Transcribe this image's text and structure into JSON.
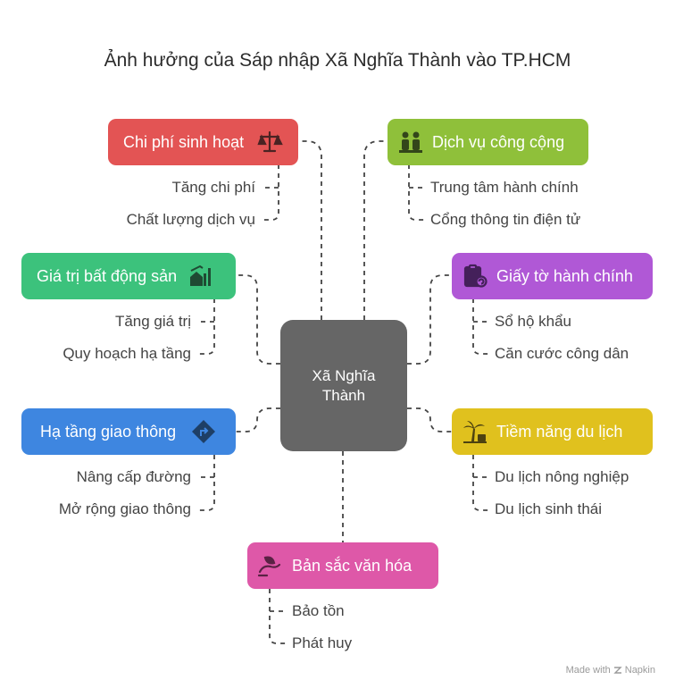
{
  "title": "Ảnh hưởng của Sáp nhập Xã Nghĩa Thành vào TP.HCM",
  "center": {
    "line1": "Xã Nghĩa",
    "line2": "Thành"
  },
  "nodes": {
    "cost": {
      "label": "Chi phí sinh hoạt",
      "color": "#e35454",
      "icon": "balance-scale-icon",
      "items": [
        "Tăng chi phí",
        "Chất lượng dịch vụ"
      ]
    },
    "real_estate": {
      "label": "Giá trị bất động sản",
      "color": "#3cc27c",
      "icon": "house-chart-icon",
      "items": [
        "Tăng giá trị",
        "Quy hoạch hạ tầng"
      ]
    },
    "transport": {
      "label": "Hạ tầng giao thông",
      "color": "#3e86e0",
      "icon": "road-sign-icon",
      "items": [
        "Nâng cấp đường",
        "Mở rộng giao thông"
      ]
    },
    "culture": {
      "label": "Bản sắc văn hóa",
      "color": "#de58a8",
      "icon": "leaf-hand-icon",
      "items": [
        "Bảo tồn",
        "Phát huy"
      ]
    },
    "public_service": {
      "label": "Dịch vụ công cộng",
      "color": "#8fc03a",
      "icon": "people-service-icon",
      "items": [
        "Trung tâm hành chính",
        "Cổng thông tin điện tử"
      ]
    },
    "documents": {
      "label": "Giấy tờ hành chính",
      "color": "#b058d6",
      "icon": "clipboard-refresh-icon",
      "items": [
        "Sổ hộ khẩu",
        "Căn cước công dân"
      ]
    },
    "tourism": {
      "label": "Tiềm năng du lịch",
      "color": "#e0c11e",
      "icon": "palm-tree-icon",
      "items": [
        "Du lịch nông nghiệp",
        "Du lịch sinh thái"
      ]
    }
  },
  "footer": {
    "made_with": "Made with",
    "brand": "Napkin"
  }
}
